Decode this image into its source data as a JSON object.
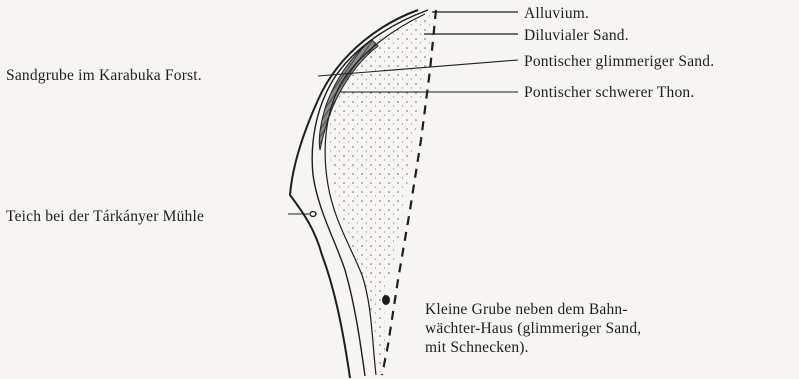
{
  "labels": {
    "alluvium": "Alluvium.",
    "diluvial": "Diluvialer Sand.",
    "pontischer_sand": "Pontischer glimmeriger Sand.",
    "pontischer_thon": "Pontischer schwerer Thon.",
    "sandgrube": "Sandgrube im Karabuka Forst.",
    "teich": "Teich bei der Tárkányer Mühle",
    "kleine_grube": [
      "Kleine Grube neben dem Bahn-",
      "wächter-Haus (glimmeriger Sand,",
      "mit Schnecken)."
    ]
  },
  "colors": {
    "ink": "#1e1e1e",
    "paper": "#f6f5f1",
    "sand_fill": "#e9e7e0",
    "thon_fill": "#6f6f6f"
  }
}
